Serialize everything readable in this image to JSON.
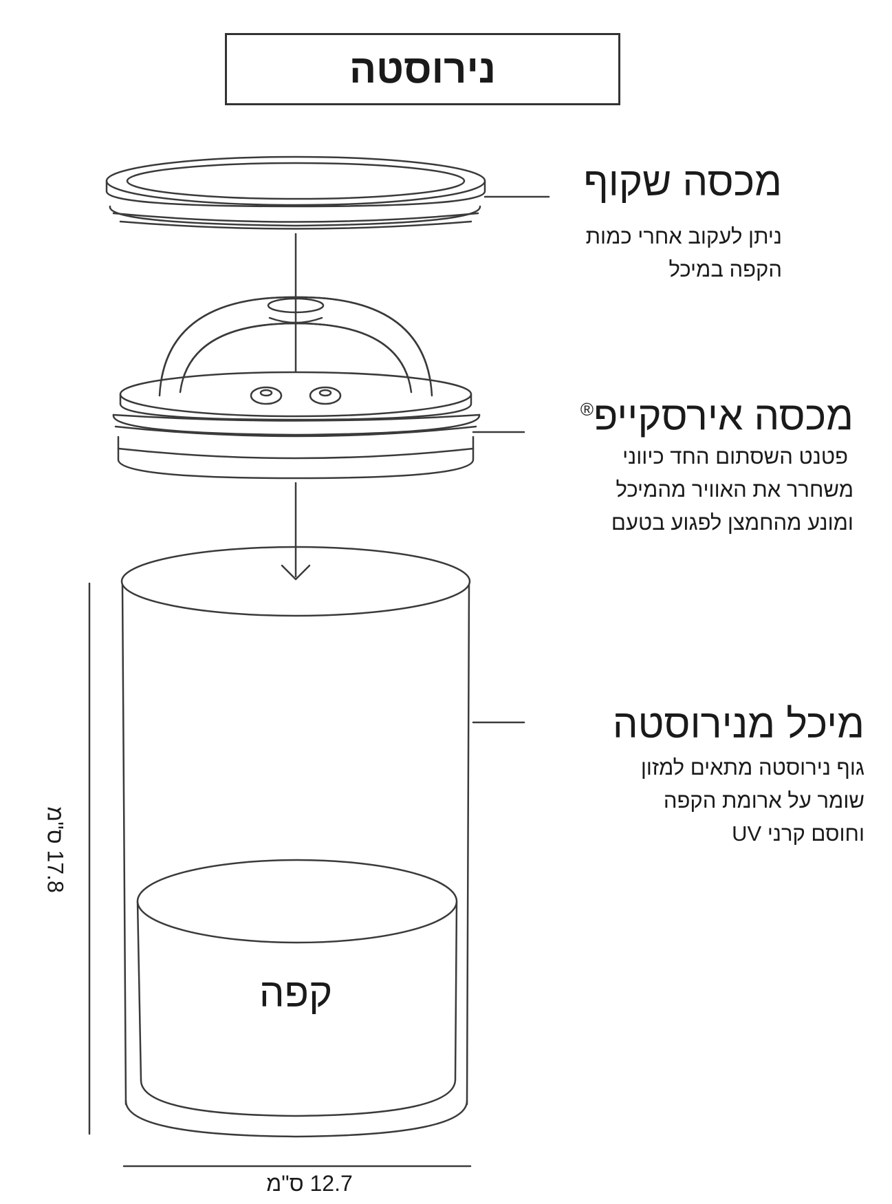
{
  "title": "נירוסטה",
  "parts": {
    "clear_lid": {
      "heading": "מכסה שקוף",
      "lines": [
        "ניתן לעקוב אחרי כמות",
        "הקפה במיכל"
      ]
    },
    "airscape_lid": {
      "heading": "מכסה אירסקייפ",
      "mark": "®",
      "lines": [
        "פטנט השסתום החד כיווני",
        "משחרר את האוויר מהמיכל",
        "ומונע מהחמצן לפגוע בטעם"
      ]
    },
    "steel_canister": {
      "heading": "מיכל מנירוסטה",
      "lines": [
        "גוף נירוסטה מתאים למזון",
        "שומר על  ארומת הקפה",
        "וחוסם קרני UV"
      ]
    }
  },
  "coffee_label": "קפה",
  "dimensions": {
    "width": "12.7 ס\"מ",
    "height": "17.8 ס\"מ"
  }
}
